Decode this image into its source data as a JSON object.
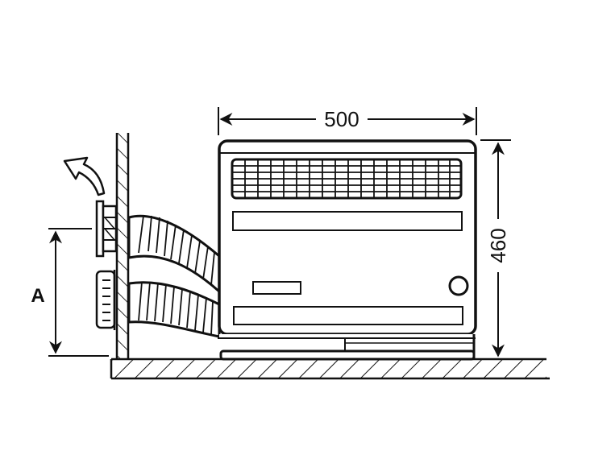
{
  "diagram": {
    "description": "Wall-mounted balanced-flue heater installation dimensions",
    "dimensions": {
      "width_label": "500",
      "height_label": "460",
      "flue_height_label": "A"
    },
    "colors": {
      "line": "#111111",
      "background": "#ffffff"
    }
  }
}
